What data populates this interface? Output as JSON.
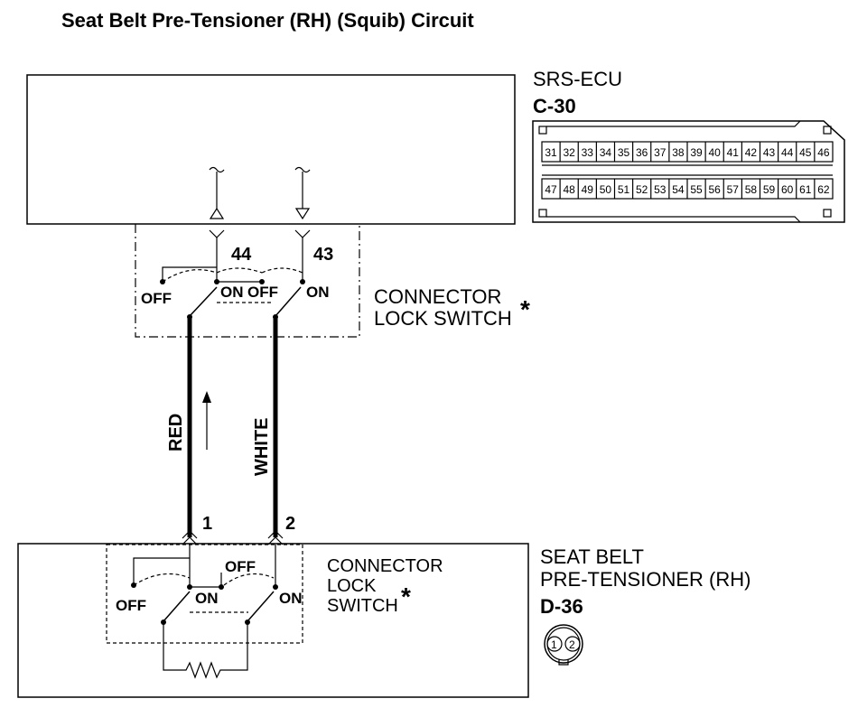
{
  "title": "Seat Belt Pre-Tensioner (RH) (Squib) Circuit",
  "ecu": {
    "name": "SRS-ECU",
    "code": "C-30",
    "connector_row_top": [
      "31",
      "32",
      "33",
      "34",
      "35",
      "36",
      "37",
      "38",
      "39",
      "40",
      "41",
      "42",
      "43",
      "44",
      "45",
      "46"
    ],
    "connector_row_bottom": [
      "47",
      "48",
      "49",
      "50",
      "51",
      "52",
      "53",
      "54",
      "55",
      "56",
      "57",
      "58",
      "59",
      "60",
      "61",
      "62"
    ]
  },
  "upper_switch": {
    "label_line1": "CONNECTOR",
    "label_line2": "LOCK SWITCH",
    "asterisk": "*",
    "pin_left": "44",
    "pin_right": "43",
    "off_left": "OFF",
    "on_left": "ON",
    "off_right": "OFF",
    "on_right": "ON"
  },
  "wires": {
    "left_color": "RED",
    "right_color": "WHITE"
  },
  "pretensioner": {
    "name_line1": "SEAT BELT",
    "name_line2": "PRE-TENSIONER (RH)",
    "code": "D-36",
    "pin_left": "1",
    "pin_right": "2",
    "pin_icon_1": "1",
    "pin_icon_2": "2"
  },
  "lower_switch": {
    "label_line1": "CONNECTOR",
    "label_line2": "LOCK",
    "label_line3": "SWITCH",
    "asterisk": "*",
    "off_top": "OFF",
    "off_left": "OFF",
    "on_left": "ON",
    "on_right": "ON"
  }
}
